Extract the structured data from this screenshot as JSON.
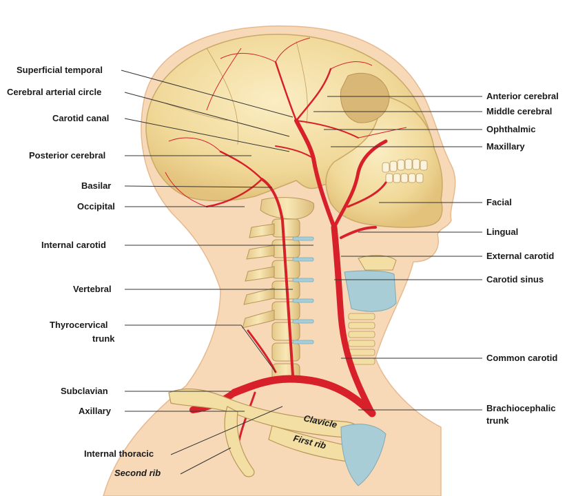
{
  "labels_left": {
    "superficial_temporal": "Superficial temporal",
    "cerebral_arterial_circle": "Cerebral arterial circle",
    "carotid_canal": "Carotid canal",
    "posterior_cerebral": "Posterior cerebral",
    "basilar": "Basilar",
    "occipital": "Occipital",
    "internal_carotid": "Internal carotid",
    "vertebral": "Vertebral",
    "thyrocervical_1": "Thyrocervical",
    "thyrocervical_2": "trunk",
    "subclavian": "Subclavian",
    "axillary": "Axillary",
    "internal_thoracic": "Internal thoracic",
    "second_rib": "Second rib"
  },
  "labels_right": {
    "anterior_cerebral": "Anterior cerebral",
    "middle_cerebral": "Middle cerebral",
    "ophthalmic": "Ophthalmic",
    "maxillary": "Maxillary",
    "facial": "Facial",
    "lingual": "Lingual",
    "external_carotid": "External carotid",
    "carotid_sinus": "Carotid sinus",
    "common_carotid": "Common carotid",
    "brachiocephalic_1": "Brachiocephalic",
    "brachiocephalic_2": "trunk"
  },
  "bone_labels": {
    "clavicle": "Clavicle",
    "first_rib": "First rib"
  },
  "colors": {
    "skin": "#f7d9b8",
    "bone": "#f3dfa3",
    "artery": "#d8202a",
    "cartilage": "#a9cdd6"
  }
}
